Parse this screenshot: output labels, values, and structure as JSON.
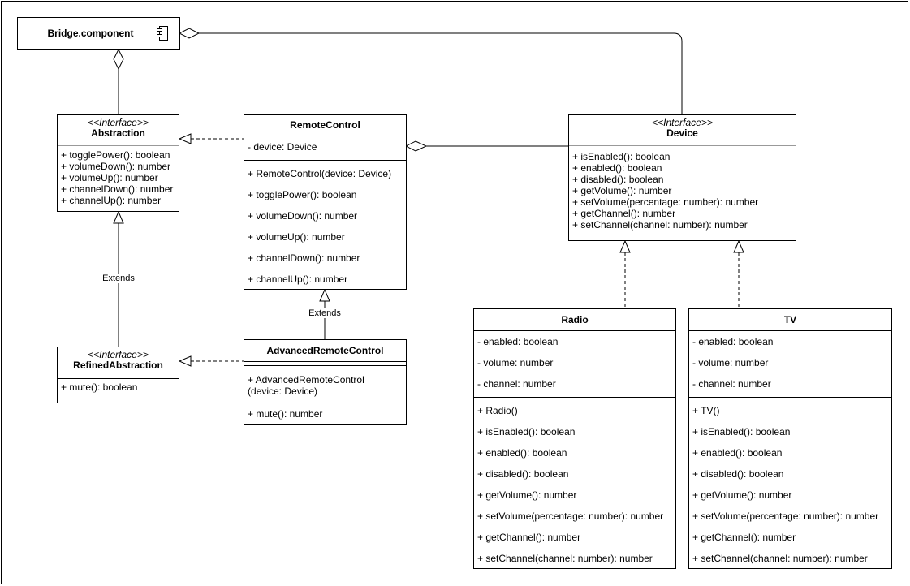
{
  "bridge": {
    "title": "Bridge.component",
    "icon": "component-icon"
  },
  "abstraction": {
    "stereotype": "<<Interface>>",
    "name": "Abstraction",
    "methods": [
      "+ togglePower(): boolean",
      "+ volumeDown(): number",
      "+ volumeUp(): number",
      "+ channelDown(): number",
      "+ channelUp(): number"
    ]
  },
  "remote": {
    "name": "RemoteControl",
    "attributes": [
      "- device: Device"
    ],
    "methods": [
      "+ RemoteControl(device: Device)",
      "+ togglePower(): boolean",
      "+ volumeDown(): number",
      "+ volumeUp(): number",
      "+ channelDown(): number",
      "+ channelUp(): number"
    ]
  },
  "device": {
    "stereotype": "<<Interface>>",
    "name": "Device",
    "methods": [
      "+ isEnabled(): boolean",
      "+ enabled(): boolean",
      "+ disabled(): boolean",
      "+ getVolume(): number",
      "+ setVolume(percentage: number): number",
      "+ getChannel(): number",
      "+ setChannel(channel: number): number"
    ]
  },
  "refined": {
    "stereotype": "<<Interface>>",
    "name": "RefinedAbstraction",
    "methods": [
      "+ mute(): boolean"
    ]
  },
  "advanced": {
    "name": "AdvancedRemoteControl",
    "methods": [
      "+ AdvancedRemoteControl",
      "(device: Device)",
      "+ mute(): number"
    ]
  },
  "radio": {
    "name": "Radio",
    "attributes": [
      "- enabled: boolean",
      "- volume: number",
      "- channel: number"
    ],
    "methods": [
      "+ Radio()",
      "+ isEnabled(): boolean",
      "+ enabled(): boolean",
      "+ disabled(): boolean",
      "+ getVolume(): number",
      "+ setVolume(percentage: number): number",
      "+ getChannel(): number",
      "+ setChannel(channel: number): number"
    ]
  },
  "tv": {
    "name": "TV",
    "attributes": [
      "- enabled: boolean",
      "- volume: number",
      "- channel: number"
    ],
    "methods": [
      "+ TV()",
      "+ isEnabled(): boolean",
      "+ enabled(): boolean",
      "+ disabled(): boolean",
      "+ getVolume(): number",
      "+ setVolume(percentage: number): number",
      "+ getChannel(): number",
      "+ setChannel(channel: number): number"
    ]
  },
  "labels": {
    "extends_left": "Extends",
    "extends_right": "Extends"
  }
}
